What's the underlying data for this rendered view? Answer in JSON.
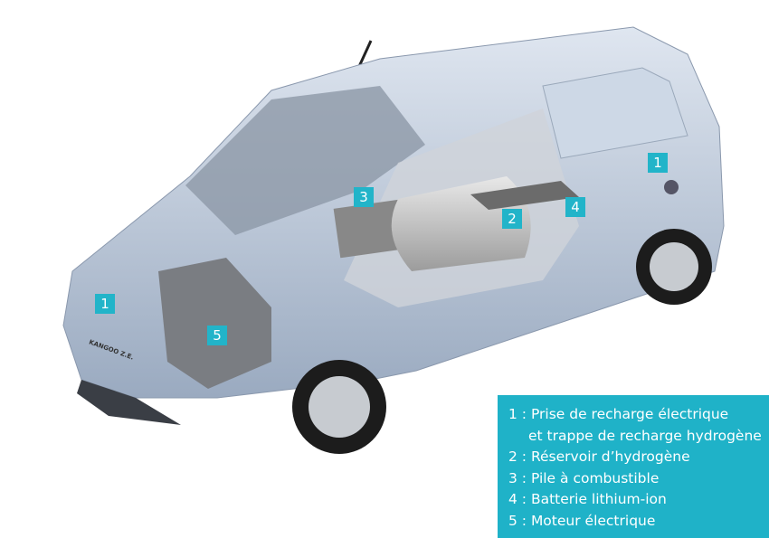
{
  "vehicle": {
    "plate": "KANGOO Z.E."
  },
  "callouts": [
    {
      "number": "1"
    },
    {
      "number": "2"
    },
    {
      "number": "3"
    },
    {
      "number": "4"
    },
    {
      "number": "1"
    },
    {
      "number": "5"
    }
  ],
  "legend": {
    "items": [
      {
        "line1": "1 : Prise de recharge électrique",
        "line2": "et trappe de recharge hydrogène"
      },
      {
        "line1": "2 : Réservoir d’hydrogène"
      },
      {
        "line1": "3 : Pile à combustible"
      },
      {
        "line1": "4 : Batterie lithium-ion"
      },
      {
        "line1": "5 : Moteur électrique"
      }
    ]
  },
  "colors": {
    "accent": "#1fb2c8",
    "body": "#b9c6d8"
  }
}
